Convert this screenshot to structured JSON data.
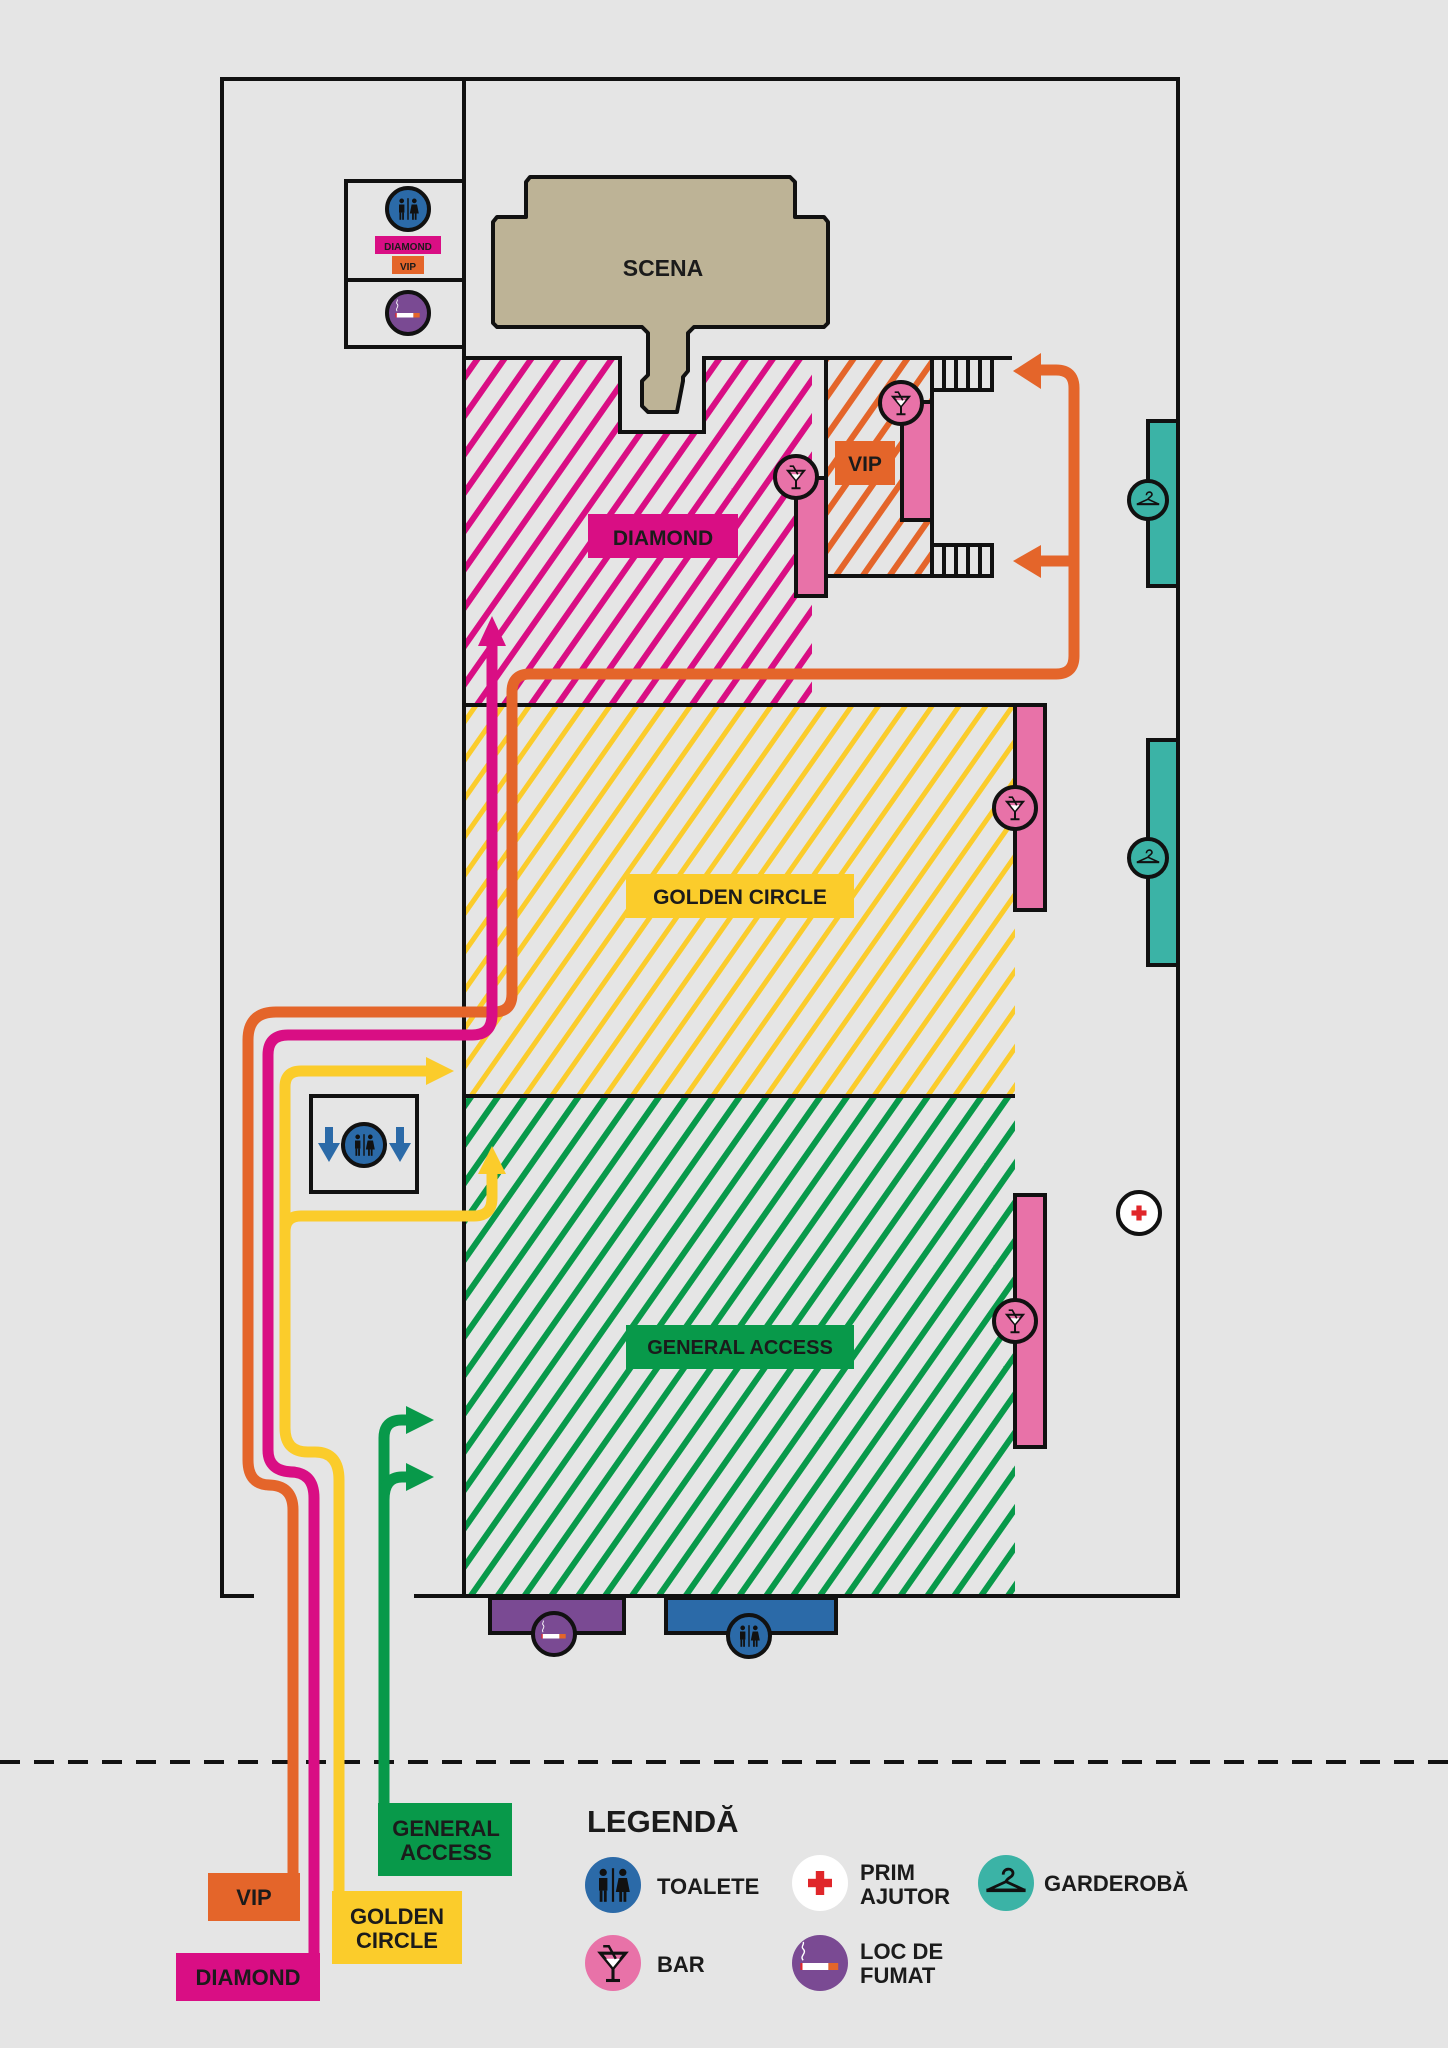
{
  "stage": {
    "label": "SCENA"
  },
  "zones": {
    "diamond": {
      "label": "DIAMOND",
      "color": "#d90e84"
    },
    "vip": {
      "label": "VIP",
      "color": "#e4652a"
    },
    "golden_circle": {
      "label": "GOLDEN CIRCLE",
      "color": "#fbcc2b"
    },
    "general_access": {
      "label": "GENERAL ACCESS",
      "color": "#08994a"
    }
  },
  "side_room": {
    "tags": [
      "DIAMOND",
      "VIP"
    ]
  },
  "entrances": {
    "vip": {
      "label": "VIP"
    },
    "diamond": {
      "label": "DIAMOND"
    },
    "golden_circle": {
      "line1": "GOLDEN",
      "line2": "CIRCLE"
    },
    "general_access": {
      "line1": "GENERAL",
      "line2": "ACCESS"
    }
  },
  "legend": {
    "title": "LEGENDĂ",
    "items": [
      {
        "icon": "toilet-icon",
        "line1": "TOALETE",
        "line2": "",
        "color": "#2b6aa8"
      },
      {
        "icon": "first-aid-icon",
        "line1": "PRIM",
        "line2": "AJUTOR",
        "color": "#ffffff"
      },
      {
        "icon": "hanger-icon",
        "line1": "GARDEROBĂ",
        "line2": "",
        "color": "#3bb3a6"
      },
      {
        "icon": "cocktail-icon",
        "line1": "BAR",
        "line2": "",
        "color": "#e872a8"
      },
      {
        "icon": "cigarette-icon",
        "line1": "LOC DE",
        "line2": "FUMAT",
        "color": "#7a4a93"
      }
    ]
  },
  "colors": {
    "background": "#e5e5e5",
    "stage": "#bdb396",
    "bar": "#e872a8",
    "wardrobe": "#3bb3a6",
    "toilet": "#2b6aa8",
    "smoking": "#7a4a93",
    "first_aid_cross": "#e0262a"
  }
}
